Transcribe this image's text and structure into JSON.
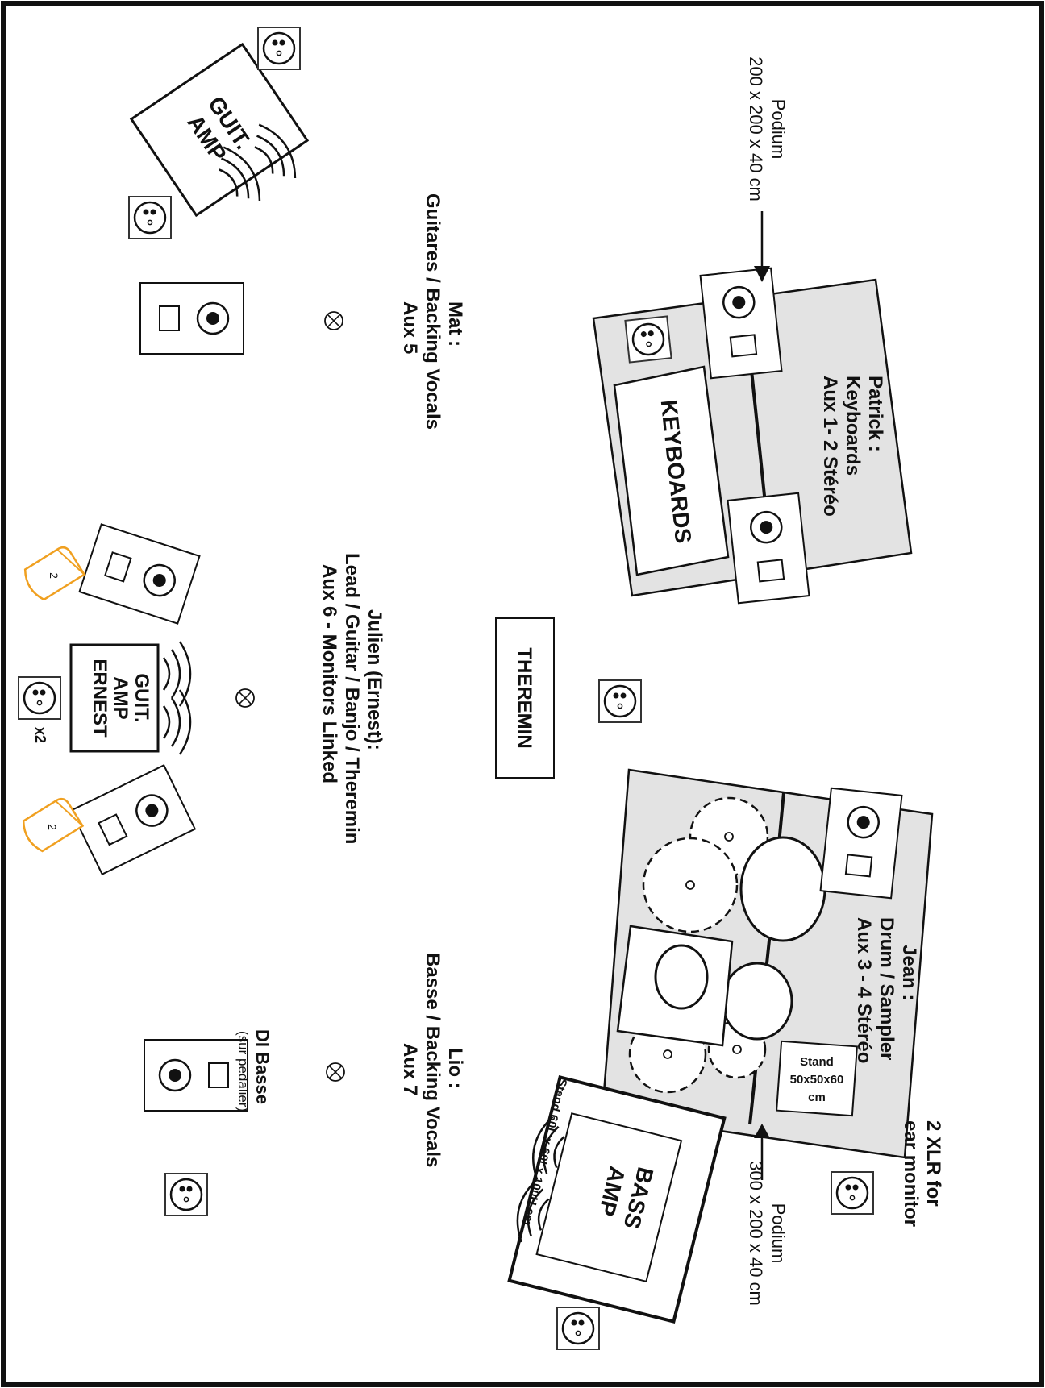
{
  "podium_keys": {
    "word": "Podium",
    "dims": "200 x 200 x 40 cm"
  },
  "podium_drums": {
    "word": "Podium",
    "dims": "300 x 200 x 40 cm"
  },
  "patrick": {
    "name": "Patrick :",
    "role": "Keyboards",
    "aux": "Aux 1- 2 Stéréo"
  },
  "keyboards": {
    "label": "KEYBOARDS"
  },
  "jean": {
    "name": "Jean :",
    "role": "Drum / Sampler",
    "aux": "Aux 3 - 4 Stéréo"
  },
  "stand_drum": {
    "l1": "Stand",
    "l2": "50x50x60",
    "l3": "cm"
  },
  "xlr": {
    "l1": "2 XLR for",
    "l2": "ear monitor"
  },
  "bass_amp": {
    "l1": "BASS",
    "l2": "AMP",
    "stand": "Stand 60L x 60l x 100H cm"
  },
  "theremin": {
    "label": "THEREMIN"
  },
  "mat": {
    "name": "Mat :",
    "role": "Guitares / Backing Vocals",
    "aux": "Aux 5"
  },
  "guit_amp": {
    "l1": "GUIT.",
    "l2": "AMP"
  },
  "julien": {
    "name": "Julien (Ernest):",
    "role": "Lead / Guitar / Banjo / Theremin",
    "aux": "Aux 6 - Monitors Linked"
  },
  "guit_amp_ernest": {
    "l1": "GUIT.",
    "l2": "AMP",
    "l3": "ERNEST"
  },
  "x2": "x2",
  "pedal_num": "2",
  "lio": {
    "name": "Lio :",
    "role": "Basse / Backing Vocals",
    "aux": "Aux 7"
  },
  "di_basse": {
    "l1": "DI Basse",
    "l2": "(sur pedalier)"
  },
  "colors": {
    "ink": "#111111",
    "podium_fill": "#e3e3e3",
    "pedal_orange": "#f0a020"
  }
}
